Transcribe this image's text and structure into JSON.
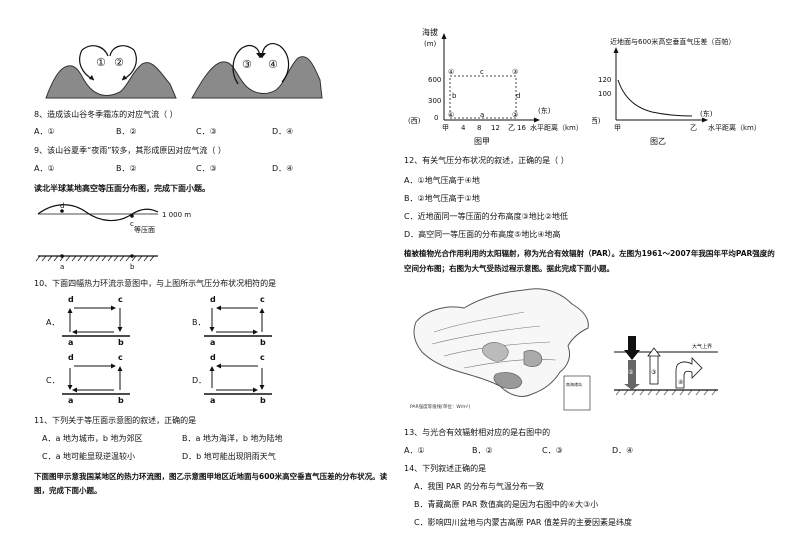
{
  "q8": {
    "text": "8、造成该山谷冬季霜冻的对应气流（        ）",
    "options": [
      "A．①",
      "B．②",
      "C．③",
      "D．④"
    ]
  },
  "q9": {
    "text": "9、该山谷夏季“夜雨”较多，其形成原因对应气流（        ）",
    "options": [
      "A．①",
      "B．②",
      "C．③",
      "D．④"
    ]
  },
  "fig1_markers": [
    "①",
    "②",
    "③",
    "④"
  ],
  "intro_isobar": "读北半球某地高空等压面分布图，完成下面小题。",
  "isobar_fig": {
    "label_d": "d",
    "label_c": "c",
    "label_1000": "1 000 m",
    "label_isobar": "等压面",
    "label_a": "a",
    "label_b": "b"
  },
  "q10": {
    "text": "10、下面四幅热力环流示意图中，与上图所示气压分布状况相符的是",
    "options": [
      "A．",
      "B．",
      "C．",
      "D．"
    ],
    "labels": [
      "d",
      "c",
      "a",
      "b"
    ]
  },
  "q11": {
    "text": "11、下列关于等压面示意图的叙述，正确的是",
    "options": [
      "A．a 地为城市，b 地为郊区",
      "B．a 地为海洋，b 地为陆地",
      "C．a 地可能显现逆温较小",
      "D．b 地可能出现阴雨天气"
    ]
  },
  "intro_fig_jia": "下面图甲示意我国某地区的热力环流图，图乙示意图甲地区近地面与600米高空垂直气压差的分布状况。读图，完成下面小题。",
  "fig_jia": {
    "ylabel": "海拔",
    "yunit": "(m)",
    "yticks": [
      "600",
      "300",
      "0"
    ],
    "markers": [
      "①",
      "②",
      "③",
      "④"
    ],
    "letters": [
      "a",
      "b",
      "c",
      "d"
    ],
    "west": "(西)",
    "east": "(东)",
    "xticks": [
      "甲",
      "4",
      "8",
      "12",
      "乙",
      "16"
    ],
    "xlabel": "水平距离（km）",
    "caption": "图甲"
  },
  "fig_yi": {
    "title": "近地面与600米高空垂直气压差（百帕）",
    "yticks": [
      "120",
      "100"
    ],
    "west": "(西)",
    "east": "(东)",
    "xticks": [
      "甲",
      "乙"
    ],
    "xlabel": "水平距离（km）",
    "caption": "图乙"
  },
  "q12": {
    "text": "12、有关气压分布状况的叙述，正确的是（        ）",
    "options": [
      "A．①地气压高于④地",
      "B．②地气压高于①地",
      "C．近地面同一等压面的分布高度③地比②地低",
      "D．高空同一等压面的分布高度⑤地比④地高"
    ]
  },
  "intro_par": "植被植物光合作用利用的太阳辐射，称为光合有效辐射（PAR）。左图为1961～2007年我国年平均PAR强度的空间分布图；右图为大气受热过程示意图。据此完成下面小题。",
  "par_fig": {
    "map_note": "PAR强度等值线(单位：W/m²)",
    "inset": "南海诸岛",
    "right_labels": [
      "①",
      "②",
      "③",
      "④"
    ],
    "atmos": "大气上界"
  },
  "q13": {
    "text": "13、与光合有效辐射相对应的是右图中的",
    "options": [
      "A．①",
      "B．②",
      "C．③",
      "D．④"
    ]
  },
  "q14": {
    "text": "14、下列叙述正确的是",
    "options": [
      "A．我国 PAR 的分布与气温分布一致",
      "B．青藏高原 PAR 数值高的是因为右图中的④大③小",
      "C．影响四川盆地与内蒙古高原 PAR 值差异的主要因素是纬度"
    ]
  }
}
